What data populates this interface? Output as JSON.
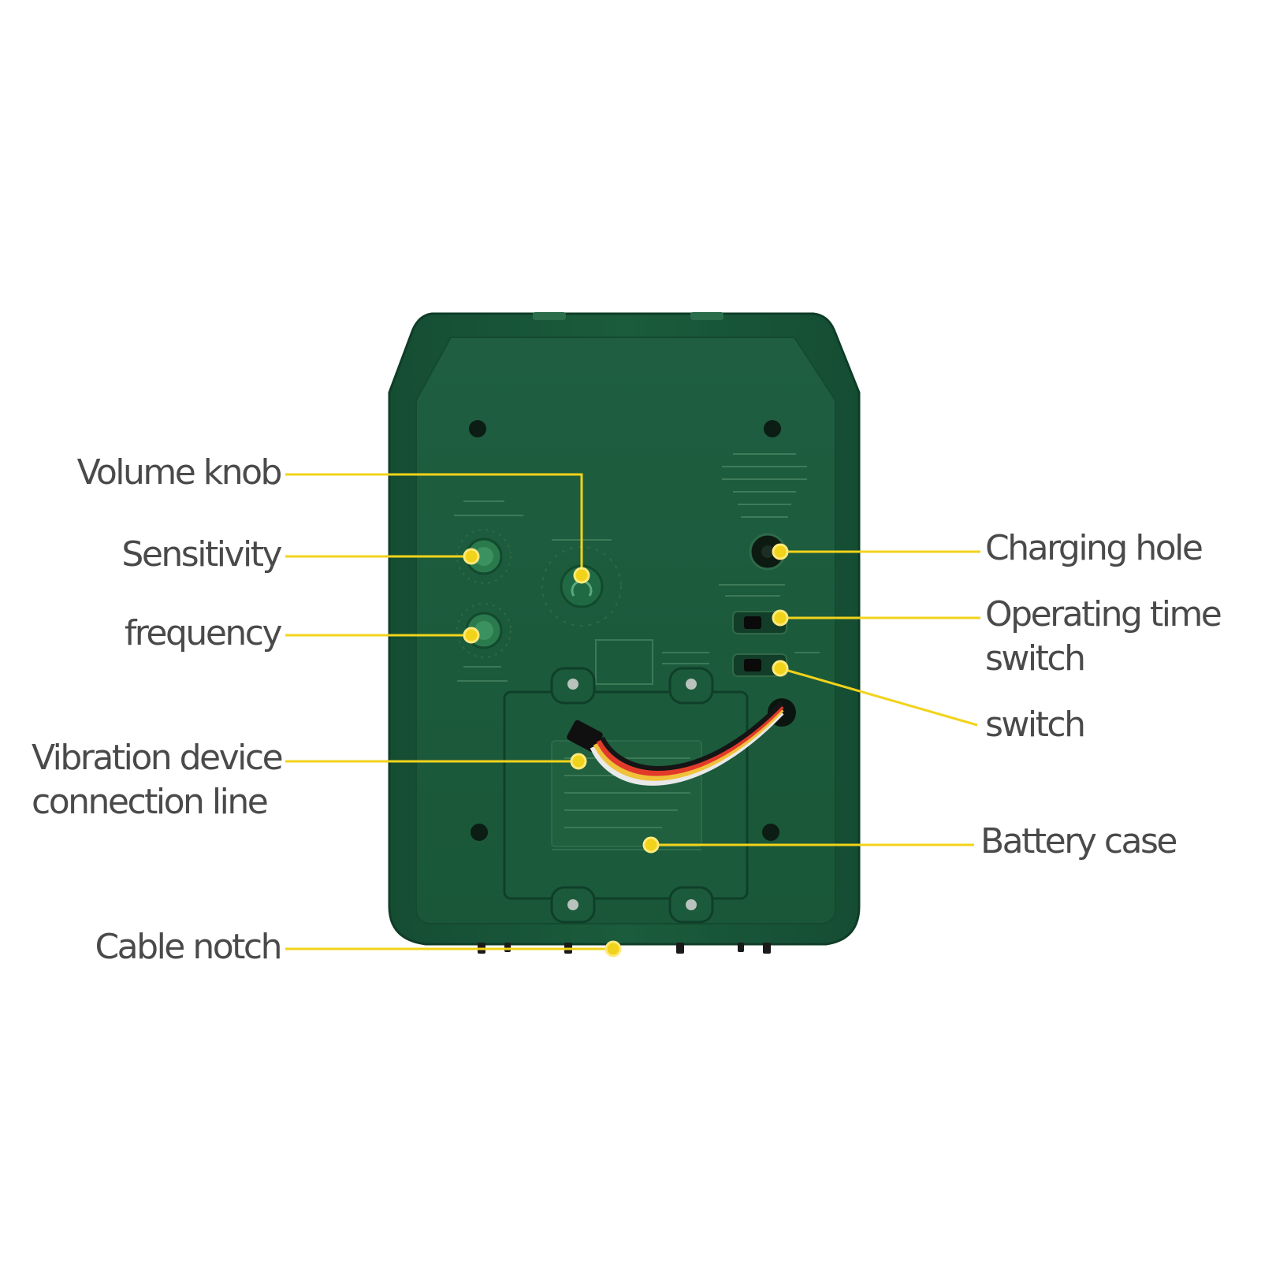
{
  "colors": {
    "leader": "#f2d31b",
    "case": "#19573a",
    "case_inner": "#1e5f40",
    "label_text": "#4a4a4a"
  },
  "callouts": {
    "volume_knob": "Volume knob",
    "sensitivity": "Sensitivity",
    "frequency": "frequency",
    "vibration_line_1": "Vibration device",
    "vibration_line_2": "connection line",
    "cable_notch": "Cable notch",
    "charging_hole": "Charging hole",
    "operating_time_line_1": "Operating time",
    "operating_time_line_2": "switch",
    "switch": "switch",
    "battery_case": "Battery case"
  }
}
